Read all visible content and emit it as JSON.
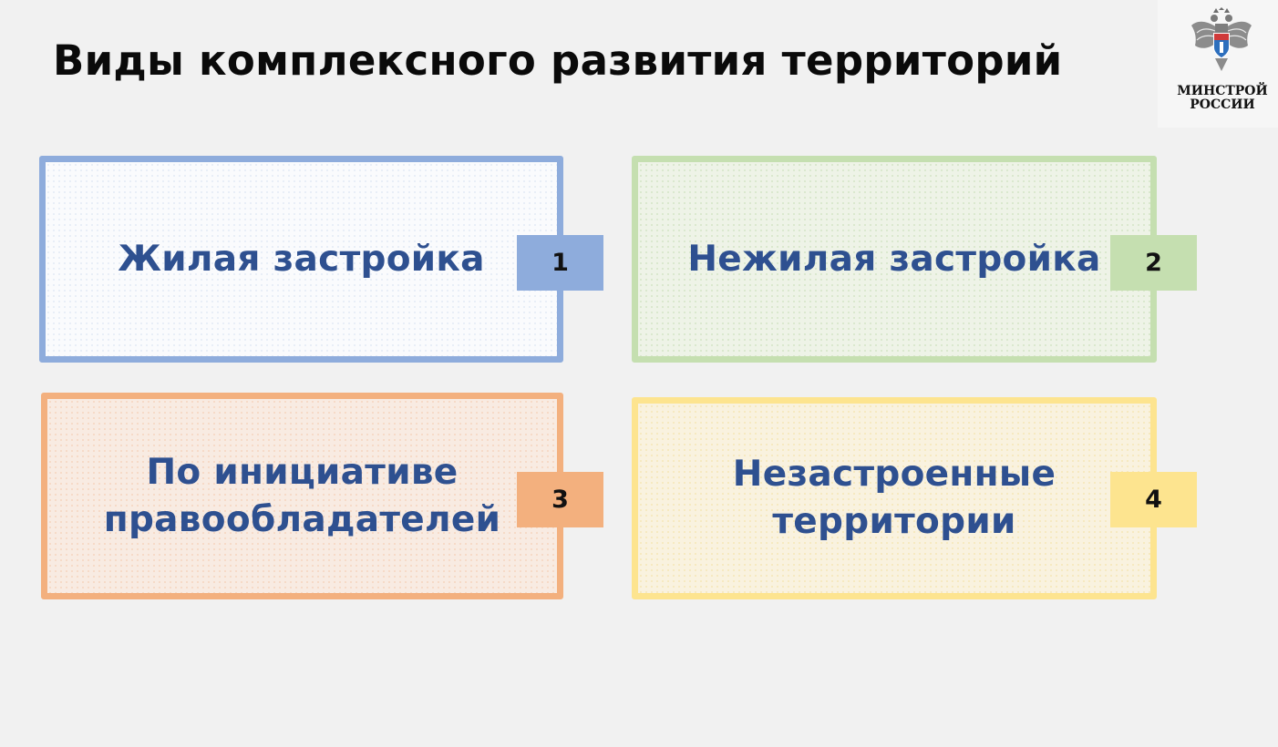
{
  "title": "Виды комплексного развития территорий",
  "logo": {
    "line1": "МИНСТРОЙ",
    "line2": "РОССИИ",
    "icon": "eagle-emblem-icon"
  },
  "cards": [
    {
      "label": "Жилая застройка",
      "number": "1",
      "color": "#8eacdc"
    },
    {
      "label": "Нежилая застройка",
      "number": "2",
      "color": "#c5dfb0"
    },
    {
      "label": "По инициативе правообладателей",
      "number": "3",
      "color": "#f3b07e"
    },
    {
      "label": "Незастроенные территории",
      "number": "4",
      "color": "#fde48f"
    }
  ],
  "colors": {
    "text_accent": "#2e5090",
    "background": "#f1f1f1"
  }
}
